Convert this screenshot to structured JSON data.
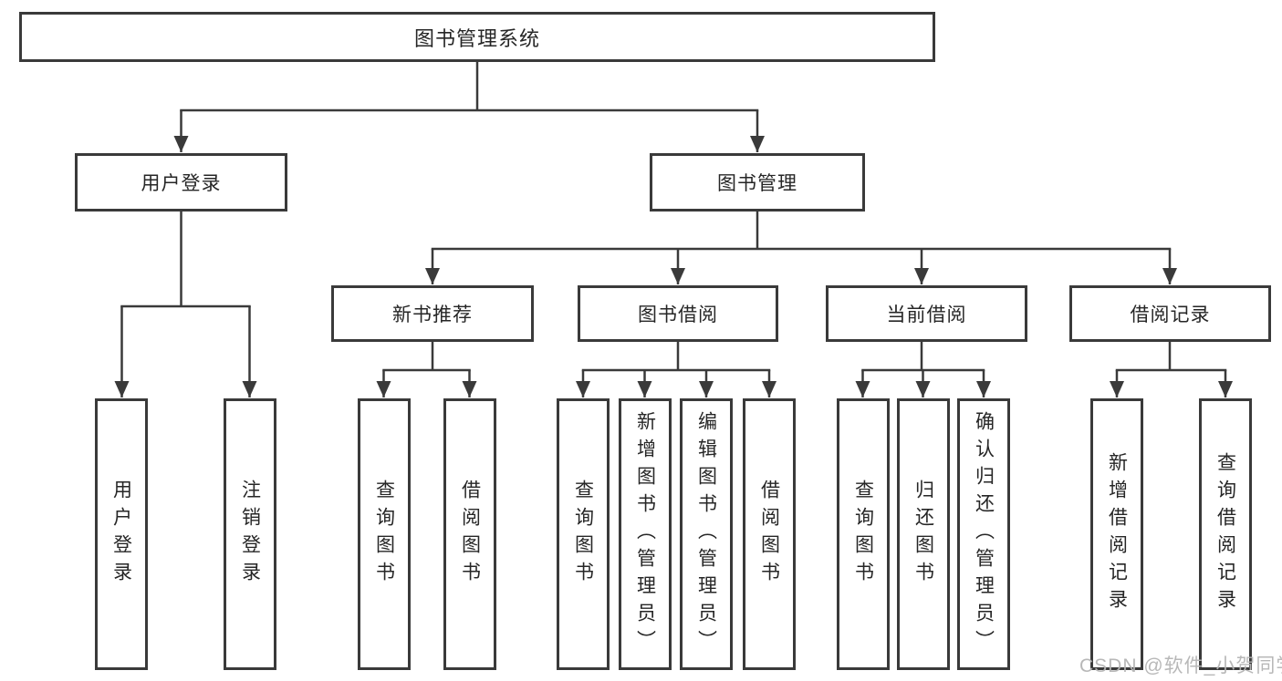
{
  "diagram": {
    "root_label": "图书管理系统",
    "level2": [
      {
        "label": "用户登录"
      },
      {
        "label": "图书管理"
      }
    ],
    "level3": [
      {
        "label": "新书推荐",
        "parent": "图书管理"
      },
      {
        "label": "图书借阅",
        "parent": "图书管理"
      },
      {
        "label": "当前借阅",
        "parent": "图书管理"
      },
      {
        "label": "借阅记录",
        "parent": "图书管理"
      }
    ],
    "leaves": [
      {
        "label": "用户登录",
        "parent": "用户登录"
      },
      {
        "label": "注销登录",
        "parent": "用户登录"
      },
      {
        "label": "查询图书",
        "parent": "新书推荐"
      },
      {
        "label": "借阅图书",
        "parent": "新书推荐"
      },
      {
        "label": "查询图书",
        "parent": "图书借阅"
      },
      {
        "label": "新增图书（管理员）",
        "parent": "图书借阅"
      },
      {
        "label": "编辑图书（管理员）",
        "parent": "图书借阅"
      },
      {
        "label": "借阅图书",
        "parent": "图书借阅"
      },
      {
        "label": "查询图书",
        "parent": "当前借阅"
      },
      {
        "label": "归还图书",
        "parent": "当前借阅"
      },
      {
        "label": "确认归还（管理员）",
        "parent": "当前借阅"
      },
      {
        "label": "新增借阅记录",
        "parent": "借阅记录"
      },
      {
        "label": "查询借阅记录",
        "parent": "借阅记录"
      }
    ]
  },
  "watermark": {
    "text": "CSDN @软件_小贺同学",
    "color": "#b5b5b5"
  },
  "colors": {
    "background": "#ffffff",
    "box_border": "#3a3a3a",
    "connector_line": "#3a3a3a",
    "text": "#262626"
  }
}
